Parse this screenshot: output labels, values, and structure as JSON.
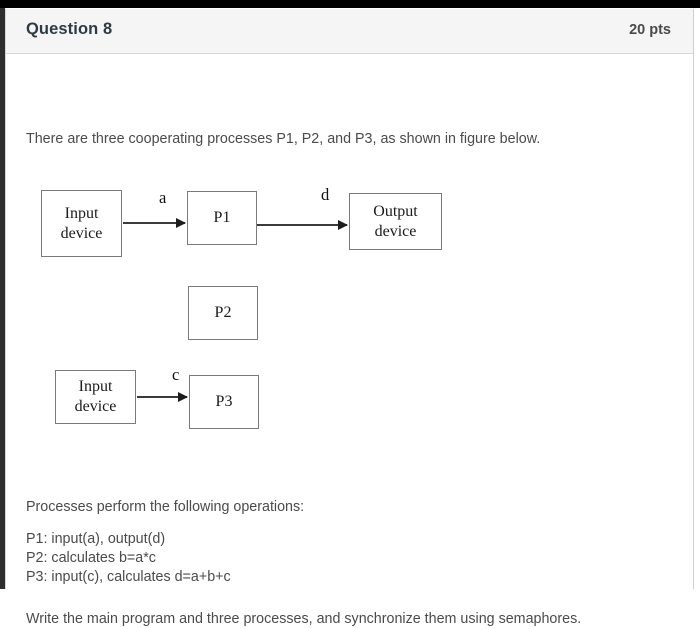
{
  "question": {
    "title": "Question 8",
    "points": "20 pts"
  },
  "body": {
    "intro": "There are three cooperating processes P1, P2, and P3, as shown in figure below.",
    "operations_heading": "Processes perform the following operations:",
    "operations": [
      "P1: input(a), output(d)",
      "P2: calculates b=a*c",
      "P3: input(c), calculates d=a+b+c"
    ],
    "closing": "Write the main program and three processes, and synchronize them using semaphores."
  },
  "figure": {
    "nodes": {
      "input_device_1": "Input\ndevice",
      "input_device_1_line1": "Input",
      "input_device_1_line2": "device",
      "p1": "P1",
      "output_device": "Output\ndevice",
      "output_device_line1": "Output",
      "output_device_line2": "device",
      "p2": "P2",
      "input_device_2_line1": "Input",
      "input_device_2_line2": "device",
      "p3": "P3"
    },
    "edge_labels": {
      "a": "a",
      "d": "d",
      "c": "c"
    }
  },
  "colors": {
    "header_bg": "#f5f5f5",
    "title_text": "#2d3b45",
    "body_text": "#4b4b4b",
    "node_border": "#7a7a7a",
    "arrow": "#3a3a3a"
  }
}
